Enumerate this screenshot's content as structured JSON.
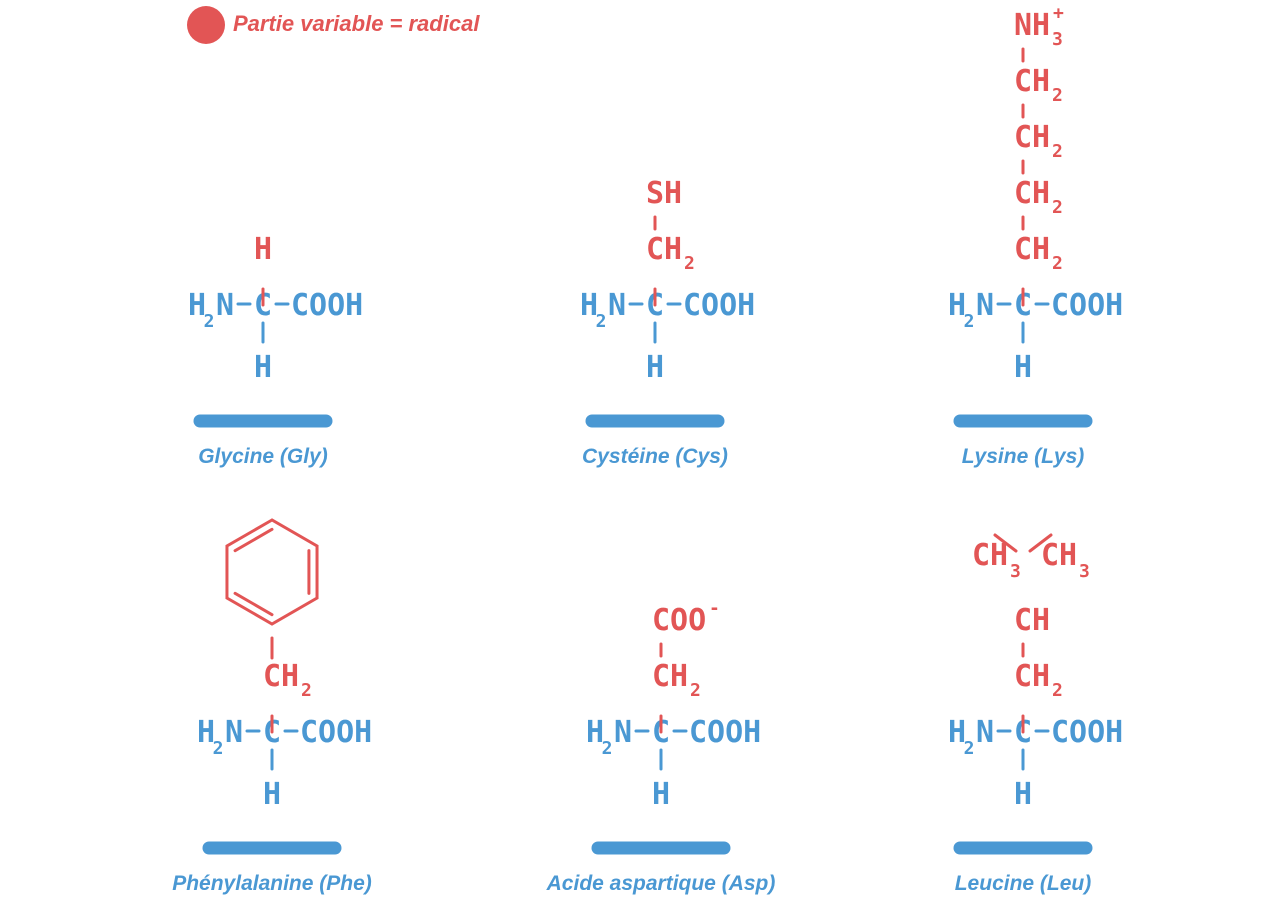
{
  "colors": {
    "backbone": "#4a98d3",
    "radical": "#e25555"
  },
  "legend": {
    "label": "Partie variable = radical"
  },
  "amino_acids": [
    {
      "name": "Glycine (Gly)",
      "chain": [
        {
          "formula": "H",
          "sub": ""
        }
      ],
      "top": ""
    },
    {
      "name": "Cystéine (Cys)",
      "chain": [
        {
          "formula": "CH",
          "sub": "2"
        },
        {
          "formula": "SH",
          "sub": ""
        }
      ],
      "top": ""
    },
    {
      "name": "Lysine (Lys)",
      "chain": [
        {
          "formula": "CH",
          "sub": "2"
        },
        {
          "formula": "CH",
          "sub": "2"
        },
        {
          "formula": "CH",
          "sub": "2"
        },
        {
          "formula": "CH",
          "sub": "2"
        },
        {
          "formula": "NH",
          "sub": "3",
          "sup": "+"
        }
      ],
      "top": ""
    },
    {
      "name": "Phénylalanine (Phe)",
      "chain": [
        {
          "formula": "CH",
          "sub": "2"
        }
      ],
      "top": "benzene-ring"
    },
    {
      "name": "Acide aspartique (Asp)",
      "chain": [
        {
          "formula": "CH",
          "sub": "2"
        },
        {
          "formula": "COO",
          "sub": "",
          "sup": "-"
        }
      ],
      "top": ""
    },
    {
      "name": "Leucine (Leu)",
      "chain": [
        {
          "formula": "CH",
          "sub": "2"
        },
        {
          "formula": "CH",
          "sub": ""
        }
      ],
      "top": "methyl-branches",
      "branches": [
        {
          "formula": "CH",
          "sub": "3"
        },
        {
          "formula": "CH",
          "sub": "3"
        }
      ]
    }
  ],
  "backbone": {
    "left": "H",
    "left_sub": "2",
    "left_tail": "N",
    "center": "C",
    "right": "COOH",
    "bottom": "H"
  }
}
